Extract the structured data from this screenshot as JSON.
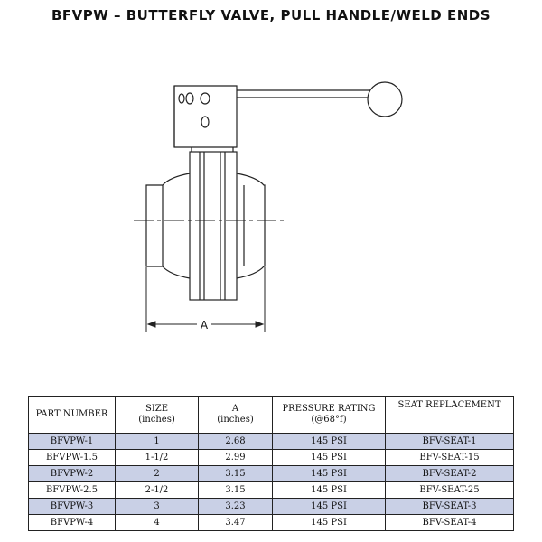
{
  "title": "BFVPW – BUTTERFLY VALVE, PULL HANDLE/WELD ENDS",
  "diagram": {
    "dimension_label": "A"
  },
  "table": {
    "headers": [
      {
        "line1": "PART NUMBER",
        "line2": ""
      },
      {
        "line1": "SIZE",
        "line2": "(inches)"
      },
      {
        "line1": "A",
        "line2": "(inches)"
      },
      {
        "line1": "PRESSURE RATING",
        "line2": "(@68°f)"
      },
      {
        "line1": "SEAT REPLACEMENT",
        "line2": ""
      }
    ],
    "row_highlight_color": "#c9d0e6",
    "rows": [
      {
        "part": "BFVPW-1",
        "size": "1",
        "a": "2.68",
        "pressure": "145 PSI",
        "seat": "BFV-SEAT-1"
      },
      {
        "part": "BFVPW-1.5",
        "size": "1-1/2",
        "a": "2.99",
        "pressure": "145 PSI",
        "seat": "BFV-SEAT-15"
      },
      {
        "part": "BFVPW-2",
        "size": "2",
        "a": "3.15",
        "pressure": "145 PSI",
        "seat": "BFV-SEAT-2"
      },
      {
        "part": "BFVPW-2.5",
        "size": "2-1/2",
        "a": "3.15",
        "pressure": "145 PSI",
        "seat": "BFV-SEAT-25"
      },
      {
        "part": "BFVPW-3",
        "size": "3",
        "a": "3.23",
        "pressure": "145 PSI",
        "seat": "BFV-SEAT-3"
      },
      {
        "part": "BFVPW-4",
        "size": "4",
        "a": "3.47",
        "pressure": "145 PSI",
        "seat": "BFV-SEAT-4"
      }
    ]
  }
}
